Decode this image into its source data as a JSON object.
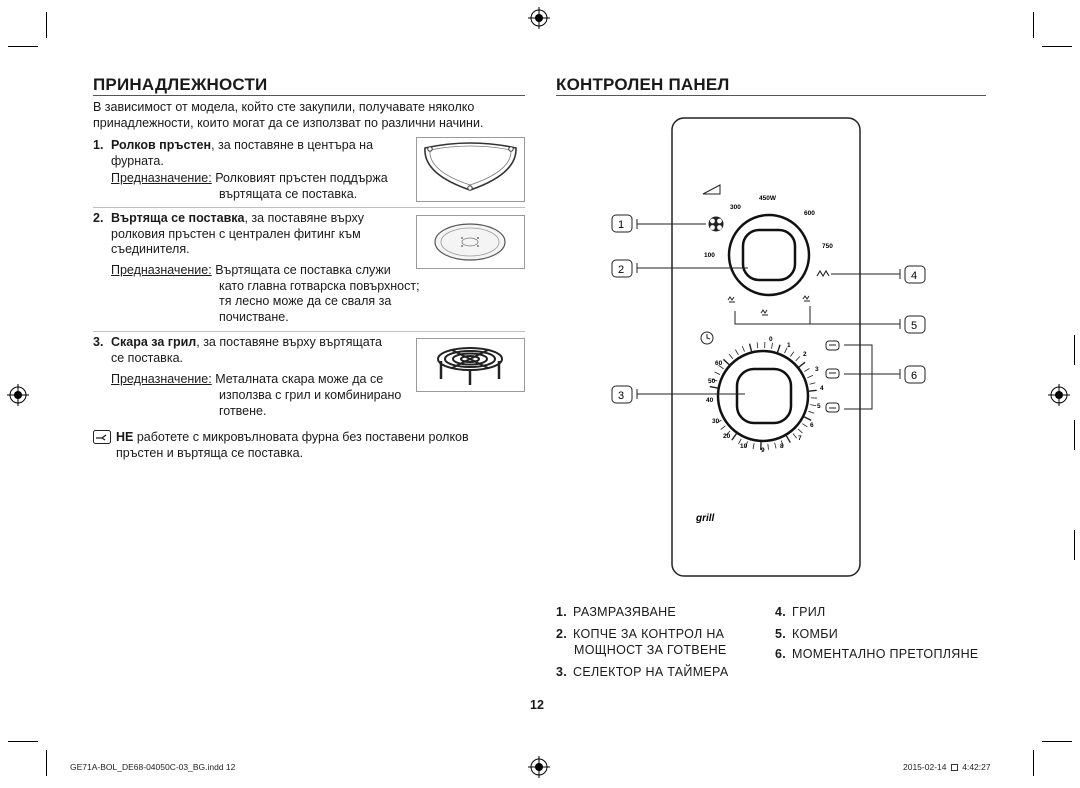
{
  "left": {
    "heading": "ПРИНАДЛЕЖНОСТИ",
    "intro_line1": "В зависимост от модела, който сте закупили, получавате няколко",
    "intro_line2": "принадлежности, които могат да се използват по различни начини.",
    "items": [
      {
        "num": "1.",
        "title": "Ролков пръстен",
        "line1_rest": ", за поставяне в центъра на",
        "line2": "фурната.",
        "purpose_label": "Предназначение:",
        "purpose_lines": [
          "Ролковият пръстен поддържа",
          "въртящата се поставка."
        ]
      },
      {
        "num": "2.",
        "title": "Въртяща се поставка",
        "line1_rest": ", за поставяне върху",
        "line2": "ролковия пръстен с централен фитинг към",
        "line3": "съединителя.",
        "purpose_label": "Предназначение:",
        "purpose_lines": [
          "Въртящата се поставка служи",
          "като главна готварска повърхност;",
          "тя лесно може да се сваля за",
          "почистване."
        ]
      },
      {
        "num": "3.",
        "title": "Скара за грил",
        "line1_rest": ", за поставяне върху въртящата",
        "line2": "се поставка.",
        "purpose_label": "Предназначение:",
        "purpose_lines": [
          "Металната скара може да се",
          "използва с грил и комбинирано",
          "готвене."
        ]
      }
    ],
    "note_bold": "НЕ",
    "note_line1_rest": " работете с микровълновата фурна без поставени ролков",
    "note_line2": "пръстен и въртяща се поставка."
  },
  "right": {
    "heading": "КОНТРОЛЕН ПАНЕЛ",
    "callouts": [
      "1",
      "2",
      "3",
      "4",
      "5",
      "6"
    ],
    "power_dial": {
      "labels": [
        "100",
        "300",
        "450W",
        "600",
        "750"
      ]
    },
    "timer_dial": {
      "left_labels": [
        "60",
        "50",
        "40",
        "30",
        "20",
        "10"
      ],
      "right_labels": [
        "0",
        "1",
        "2",
        "3",
        "4",
        "5",
        "6",
        "7",
        "8",
        "9"
      ]
    },
    "brand_label": "grill",
    "legend": [
      {
        "num": "1.",
        "lines": [
          "РАЗМРАЗЯВАНЕ"
        ]
      },
      {
        "num": "2.",
        "lines": [
          "КОПЧЕ ЗА КОНТРОЛ НА",
          "МОЩНОСТ ЗА ГОТВЕНЕ"
        ]
      },
      {
        "num": "3.",
        "lines": [
          "СЕЛЕКТОР НА ТАЙМЕРА"
        ]
      },
      {
        "num": "4.",
        "lines": [
          "ГРИЛ"
        ]
      },
      {
        "num": "5.",
        "lines": [
          "КОМБИ"
        ]
      },
      {
        "num": "6.",
        "lines": [
          "МОМЕНТАЛНО ПРЕТОПЛЯНЕ"
        ]
      }
    ]
  },
  "page_number": "12",
  "footer": {
    "file": "GE71A-BOL_DE68-04050C-03_BG.indd   12",
    "date": "2015-02-14",
    "time": "4:42:27"
  }
}
